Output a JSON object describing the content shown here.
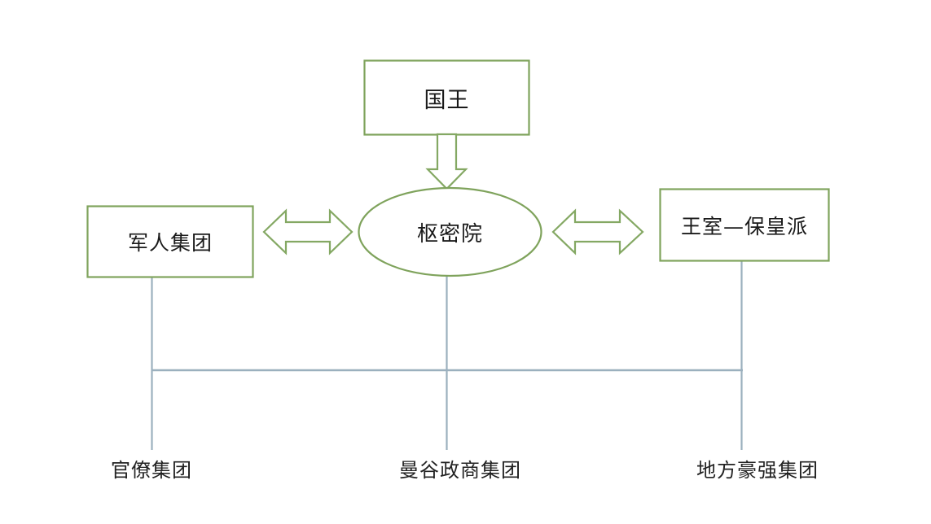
{
  "diagram": {
    "title_text": "",
    "colors": {
      "shape_stroke": "#7fa35c",
      "shape_fill": "#ffffff",
      "arrow_stroke": "#84a863",
      "connector_line": "#9bb0be",
      "text": "#1a1a1a",
      "background": "#ffffff"
    },
    "nodes": [
      {
        "id": "king",
        "label": "国王",
        "shape": "rectangle"
      },
      {
        "id": "privy-council",
        "label": "枢密院",
        "shape": "ellipse"
      },
      {
        "id": "military-group",
        "label": "军人集团",
        "shape": "rectangle"
      },
      {
        "id": "royalist-faction",
        "label": "王室—保皇派",
        "shape": "rectangle"
      }
    ],
    "leaf_nodes": [
      {
        "id": "bureaucratic-group",
        "label": "官僚集团"
      },
      {
        "id": "bangkok-business-group",
        "label": "曼谷政商集团"
      },
      {
        "id": "local-strongmen-group",
        "label": "地方豪强集团"
      }
    ],
    "connectors": [
      {
        "id": "king-to-privy-council",
        "type": "block-arrow-down",
        "from": "king",
        "to": "privy-council",
        "direction": "one-way"
      },
      {
        "id": "military-to-privy-council",
        "type": "block-arrow-double",
        "from": "military-group",
        "to": "privy-council",
        "direction": "two-way"
      },
      {
        "id": "privy-council-to-royalist",
        "type": "block-arrow-double",
        "from": "privy-council",
        "to": "royalist-faction",
        "direction": "two-way"
      },
      {
        "id": "military-drop-line",
        "type": "line",
        "from": "military-group",
        "to": "bureaucratic-group"
      },
      {
        "id": "privy-council-drop-line",
        "type": "line",
        "from": "privy-council",
        "to": "bangkok-business-group"
      },
      {
        "id": "royalist-drop-line",
        "type": "line",
        "from": "royalist-faction",
        "to": "local-strongmen-group"
      },
      {
        "id": "base-horizontal-line",
        "type": "line",
        "from": "military-drop-line",
        "to": "royalist-drop-line"
      }
    ]
  }
}
